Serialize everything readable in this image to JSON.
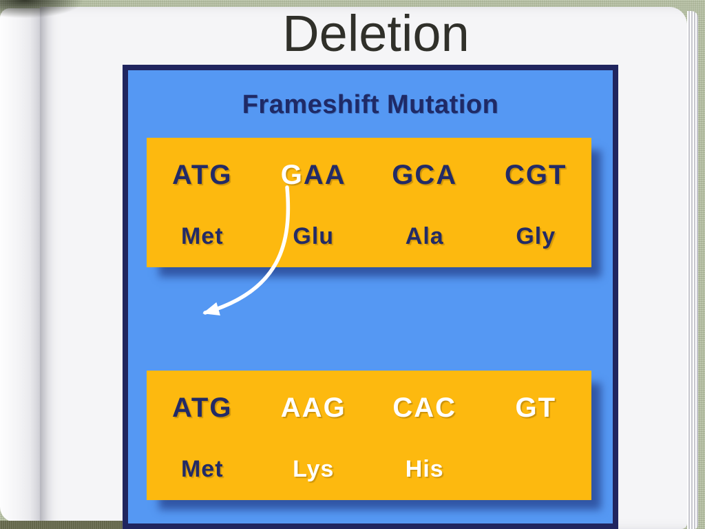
{
  "slide": {
    "title": "Deletion"
  },
  "diagram": {
    "heading": "Frameshift Mutation",
    "bars": [
      {
        "cells": [
          {
            "codon": [
              {
                "text": "ATG",
                "color": "#232b66"
              }
            ],
            "amino": {
              "text": "Met",
              "color": "#232b66"
            }
          },
          {
            "codon": [
              {
                "text": "G",
                "color": "#ffffff"
              },
              {
                "text": "AA",
                "color": "#232b66"
              }
            ],
            "amino": {
              "text": "Glu",
              "color": "#232b66"
            }
          },
          {
            "codon": [
              {
                "text": "GCA",
                "color": "#232b66"
              }
            ],
            "amino": {
              "text": "Ala",
              "color": "#232b66"
            }
          },
          {
            "codon": [
              {
                "text": "CGT",
                "color": "#232b66"
              }
            ],
            "amino": {
              "text": "Gly",
              "color": "#232b66"
            }
          }
        ]
      },
      {
        "cells": [
          {
            "codon": [
              {
                "text": "ATG",
                "color": "#232b66"
              }
            ],
            "amino": {
              "text": "Met",
              "color": "#232b66"
            }
          },
          {
            "codon": [
              {
                "text": "AAG",
                "color": "#ffffff"
              }
            ],
            "amino": {
              "text": "Lys",
              "color": "#ffffff"
            }
          },
          {
            "codon": [
              {
                "text": "CAC",
                "color": "#ffffff"
              }
            ],
            "amino": {
              "text": "His",
              "color": "#ffffff"
            }
          },
          {
            "codon": [
              {
                "text": "GT",
                "color": "#ffffff"
              }
            ],
            "amino": {
              "text": "",
              "color": "#ffffff"
            }
          }
        ]
      }
    ],
    "colors": {
      "panel_background": "#5598f3",
      "panel_border": "#20255f",
      "bar_background": "#fdb90f",
      "navy_text": "#232b66",
      "white_text": "#ffffff",
      "arrow": "#ffffff",
      "title_text": "#30302a",
      "book_cover": "#b6c0a4"
    }
  }
}
